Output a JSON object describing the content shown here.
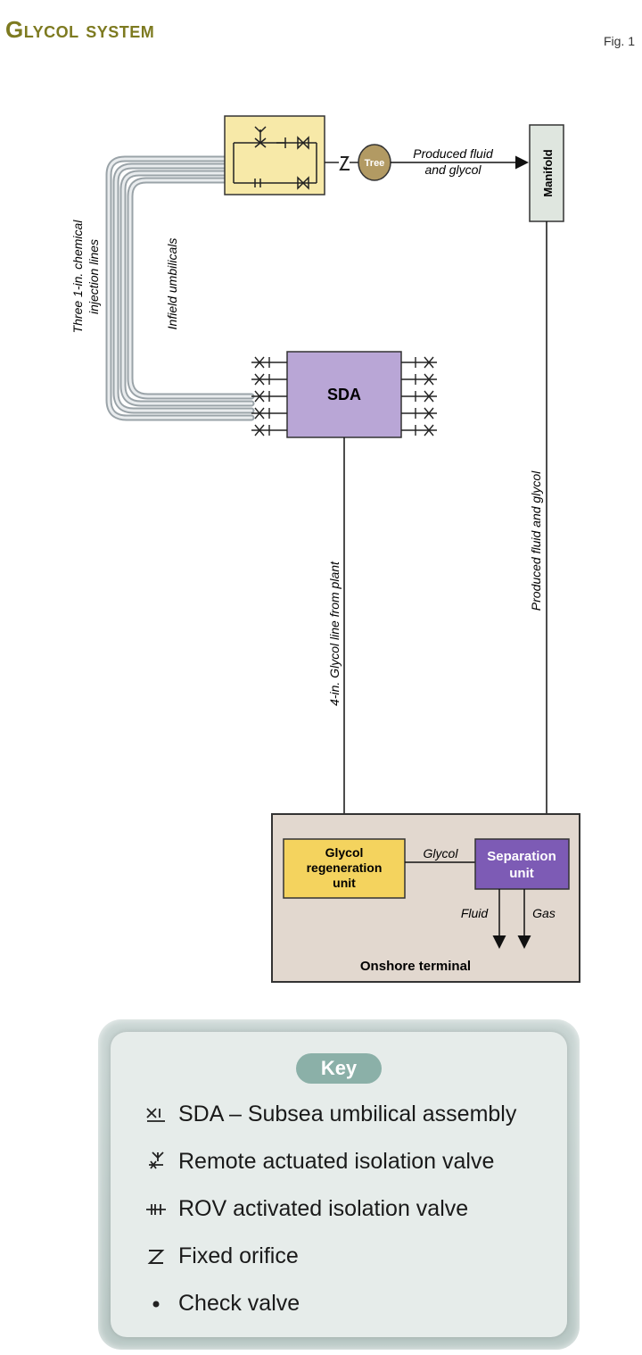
{
  "header": {
    "title": "Glycol system",
    "fig_label": "Fig. 1"
  },
  "diagram": {
    "tree_label": "Tree",
    "manifold_label": "Manifold",
    "sda_label": "SDA",
    "produced_fluid_line1": "Produced fluid",
    "produced_fluid_line2": "and glycol",
    "chem_line1": "Three 1-in. chemical",
    "chem_line2": "injection lines",
    "infield_label": "Infield umbilicals",
    "glycol_line_label": "4-in. Glycol line from plant",
    "produced_vertical_label": "Produced fluid and glycol",
    "glycol_regen_line1": "Glycol",
    "glycol_regen_line2": "regeneration",
    "glycol_regen_line3": "unit",
    "separation_line1": "Separation",
    "separation_line2": "unit",
    "glycol_flow_label": "Glycol",
    "fluid_label": "Fluid",
    "gas_label": "Gas",
    "onshore_label": "Onshore terminal",
    "colors": {
      "yellow_box": "#f7e9a8",
      "sda_purple": "#b9a6d6",
      "separation_purple": "#7d5bb5",
      "regen_yellow": "#f4d35e",
      "onshore_bg": "#e2d8cf",
      "tree_brown": "#b29a63",
      "manifold_fill": "#dfe6df"
    }
  },
  "key": {
    "title": "Key",
    "items": [
      {
        "icon": "sda-symbol-icon",
        "label": "SDA – Subsea umbilical assembly"
      },
      {
        "icon": "remote-valve-icon",
        "label": "Remote actuated isolation valve"
      },
      {
        "icon": "rov-valve-icon",
        "label": "ROV activated isolation valve"
      },
      {
        "icon": "fixed-orifice-icon",
        "label": "Fixed orifice"
      },
      {
        "icon": "check-valve-icon",
        "label": "Check valve"
      }
    ]
  }
}
